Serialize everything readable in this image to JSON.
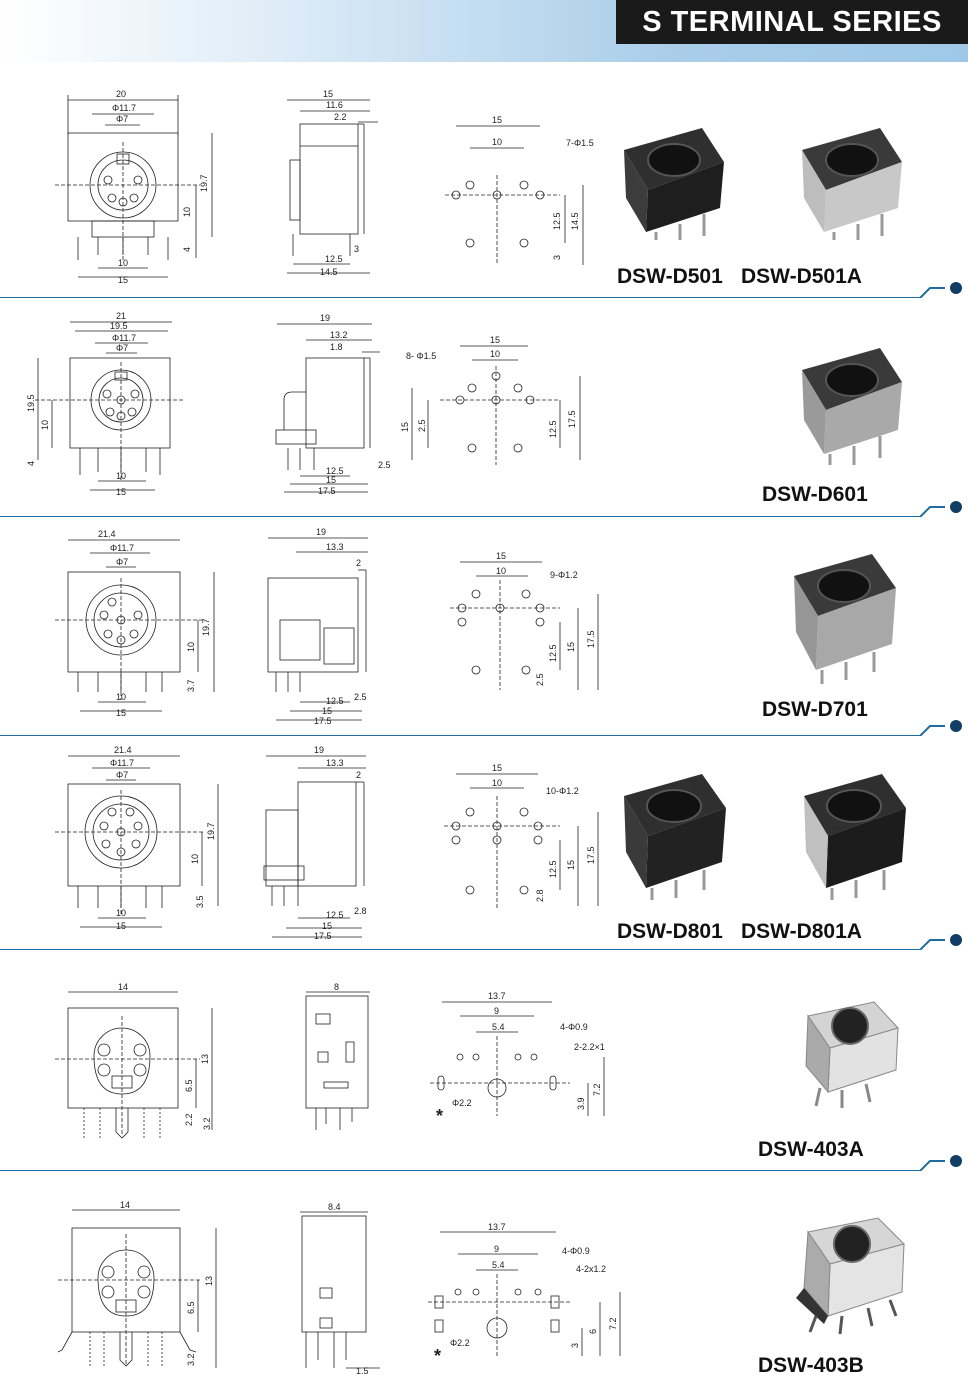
{
  "header": {
    "title": "S TERMINAL SERIES"
  },
  "rows": [
    {
      "models": [
        "DSW-D501",
        "DSW-D501A"
      ],
      "front": {
        "width": "20",
        "d1": "Φ11.7",
        "d2": "Φ7",
        "h_total": "19.7",
        "h_center": "10",
        "h_pin": "4",
        "pin_pitch": "10",
        "base": "15"
      },
      "side": {
        "depth": "15",
        "d1": "11.6",
        "d2": "2.2",
        "p1": "12.5",
        "p2": "14.5",
        "p3": "3"
      },
      "pcb": {
        "w1": "15",
        "w2": "10",
        "holes": "7-Φ1.5",
        "h1": "12.5",
        "h2": "14.5",
        "h3": "3"
      }
    },
    {
      "models": [
        "DSW-D601"
      ],
      "front": {
        "width": "21",
        "w2": "19.5",
        "d1": "Φ11.7",
        "d2": "Φ7",
        "h_total": "19.5",
        "h_center": "10",
        "h_pin": "4",
        "pin_pitch": "10",
        "base": "15"
      },
      "side": {
        "depth": "19",
        "d1": "13.2",
        "d2": "1.8",
        "p1": "12.5",
        "p2": "15",
        "p3": "17.5",
        "p4": "2.5"
      },
      "pcb": {
        "w1": "15",
        "w2": "10",
        "holes": "8- Φ1.5",
        "h1": "12.5",
        "h2": "17.5",
        "h3": "15",
        "h4": "2.5"
      }
    },
    {
      "models": [
        "DSW-D701"
      ],
      "front": {
        "width": "21.4",
        "d1": "Φ11.7",
        "d2": "Φ7",
        "h_total": "19.7",
        "h_center": "10",
        "h_pin": "3.7",
        "pin_pitch": "10",
        "base": "15"
      },
      "side": {
        "depth": "19",
        "d1": "13.3",
        "d2": "2",
        "p1": "12.5",
        "p2": "15",
        "p3": "17.5",
        "p4": "2.5"
      },
      "pcb": {
        "w1": "15",
        "w2": "10",
        "holes": "9-Φ1.2",
        "h1": "12.5",
        "h2": "15",
        "h3": "17.5",
        "h4": "2.5"
      }
    },
    {
      "models": [
        "DSW-D801",
        "DSW-D801A"
      ],
      "front": {
        "width": "21.4",
        "d1": "Φ11.7",
        "d2": "Φ7",
        "h_total": "19.7",
        "h_center": "10",
        "h_pin": "3.5",
        "pin_pitch": "10",
        "base": "15"
      },
      "side": {
        "depth": "19",
        "d1": "13.3",
        "d2": "2",
        "p1": "12.5",
        "p2": "15",
        "p3": "17.5",
        "p4": "2.8"
      },
      "pcb": {
        "w1": "15",
        "w2": "10",
        "holes": "10-Φ1.2",
        "h1": "12.5",
        "h2": "15",
        "h3": "17.5",
        "h4": "2.8"
      }
    },
    {
      "models": [
        "DSW-403A"
      ],
      "front": {
        "width": "14",
        "h_total": "13",
        "h_center": "6.5",
        "h_pin": "2.2",
        "h_pin2": "3.2"
      },
      "side": {
        "depth": "8"
      },
      "pcb": {
        "w1": "13.7",
        "w2": "9",
        "w3": "5.4",
        "holes": "4-Φ0.9",
        "slots": "2-2.2×1",
        "big": "Φ2.2",
        "h1": "3.9",
        "h2": "7.2",
        "star": "*"
      }
    },
    {
      "models": [
        "DSW-403B"
      ],
      "front": {
        "width": "14",
        "h_total": "13",
        "h_center": "6.5",
        "h_pin": "3.2"
      },
      "side": {
        "depth": "8.4",
        "p1": "1.5"
      },
      "pcb": {
        "w1": "13.7",
        "w2": "9",
        "w3": "5.4",
        "holes": "4-Φ0.9",
        "slots": "4-2x1.2",
        "big": "Φ2.2",
        "h1": "3",
        "h2": "6",
        "h3": "7.2",
        "star": "*"
      }
    }
  ],
  "colors": {
    "title_bg": "#1a1a1a",
    "title_fg": "#ffffff",
    "divider": "#1f6d9e",
    "divider_dot": "#123e63",
    "body_dark": "#2a2a2a",
    "body_metal": "#b9b9b9"
  }
}
